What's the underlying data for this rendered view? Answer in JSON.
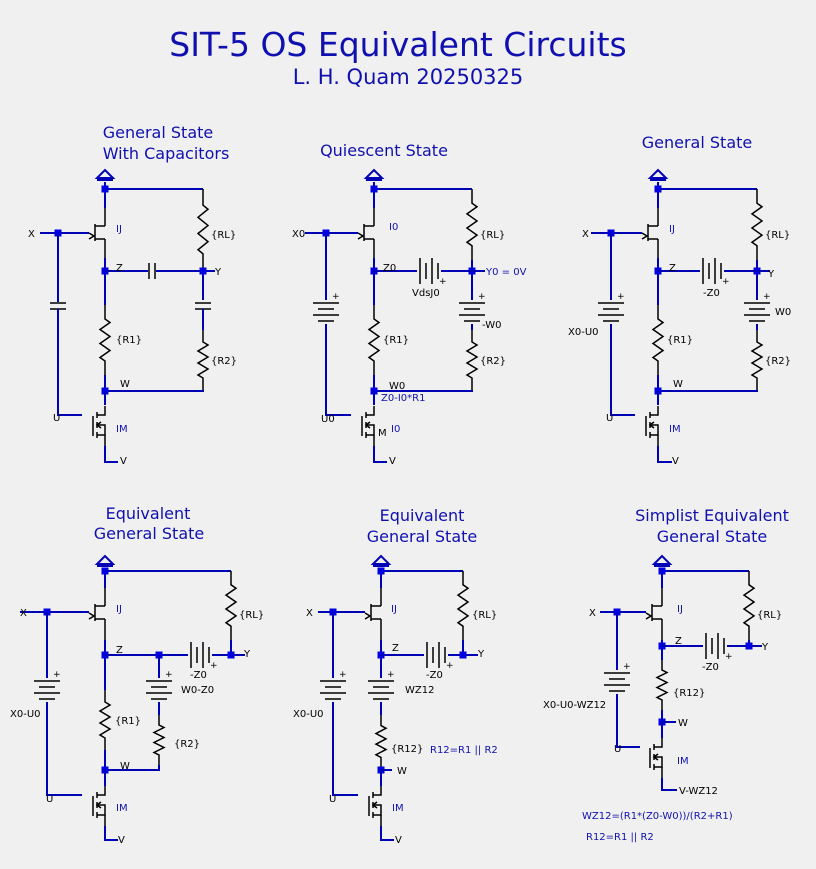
{
  "title": "SIT-5 OS Equivalent Circuits",
  "subtitle": "L. H. Quam  20250325",
  "colors": {
    "wire": "#0000b4",
    "title": "#1010b0",
    "node": "#0000e0",
    "component": "#000000",
    "background": "#f0f0f0"
  },
  "panels": {
    "p1": {
      "title1": "General State",
      "title2": "With Capacitors",
      "x": "X",
      "ij": "IJ",
      "z": "Z",
      "y": "Y",
      "rl": "{RL}",
      "r1": "{R1}",
      "r2": "{R2}",
      "w": "W",
      "u": "U",
      "im": "IM",
      "v": "V"
    },
    "p2": {
      "title1": "Quiescent State",
      "x": "X0",
      "i0": "I0",
      "z": "Z0",
      "y": "Y0 = 0V",
      "rl": "{RL}",
      "vds": "VdsJ0",
      "mw": "-W0",
      "r1": "{R1}",
      "r2": "{R2}",
      "w": "W0",
      "zexpr": "Z0-I0*R1",
      "u": "U0",
      "m": "M",
      "i0b": "I0",
      "v": "V"
    },
    "p3": {
      "title1": "General State",
      "x": "X",
      "ij": "IJ",
      "z": "Z",
      "y": "Y",
      "rl": "{RL}",
      "mz": "-Z0",
      "w0": "W0",
      "xu": "X0-U0",
      "r1": "{R1}",
      "r2": "{R2}",
      "w": "W",
      "u": "U",
      "im": "IM",
      "v": "V"
    },
    "p4": {
      "title1": "Equivalent",
      "title2": "General State",
      "x": "X",
      "ij": "IJ",
      "z": "Z",
      "y": "Y",
      "rl": "{RL}",
      "mz": "-Z0",
      "wz": "W0-Z0",
      "xu": "X0-U0",
      "r1": "{R1}",
      "r2": "{R2}",
      "w": "W",
      "u": "U",
      "im": "IM",
      "v": "V"
    },
    "p5": {
      "title1": "Equivalent",
      "title2": "General State",
      "x": "X",
      "ij": "IJ",
      "z": "Z",
      "y": "Y",
      "rl": "{RL}",
      "mz": "-Z0",
      "wz": "WZ12",
      "xu": "X0-U0",
      "r12": "{R12}",
      "note": "R12=R1 || R2",
      "w": "W",
      "u": "U",
      "im": "IM",
      "v": "V"
    },
    "p6": {
      "title1": "Simplist Equivalent",
      "title2": "General State",
      "x": "X",
      "ij": "IJ",
      "z": "Z",
      "y": "Y",
      "rl": "{RL}",
      "mz": "-Z0",
      "xu": "X0-U0-WZ12",
      "r12": "{R12}",
      "w": "W",
      "u": "U",
      "im": "IM",
      "v": "V-WZ12",
      "eq1": "WZ12=(R1*(Z0-W0))/(R2+R1)",
      "eq2": "R12=R1 || R2"
    }
  }
}
